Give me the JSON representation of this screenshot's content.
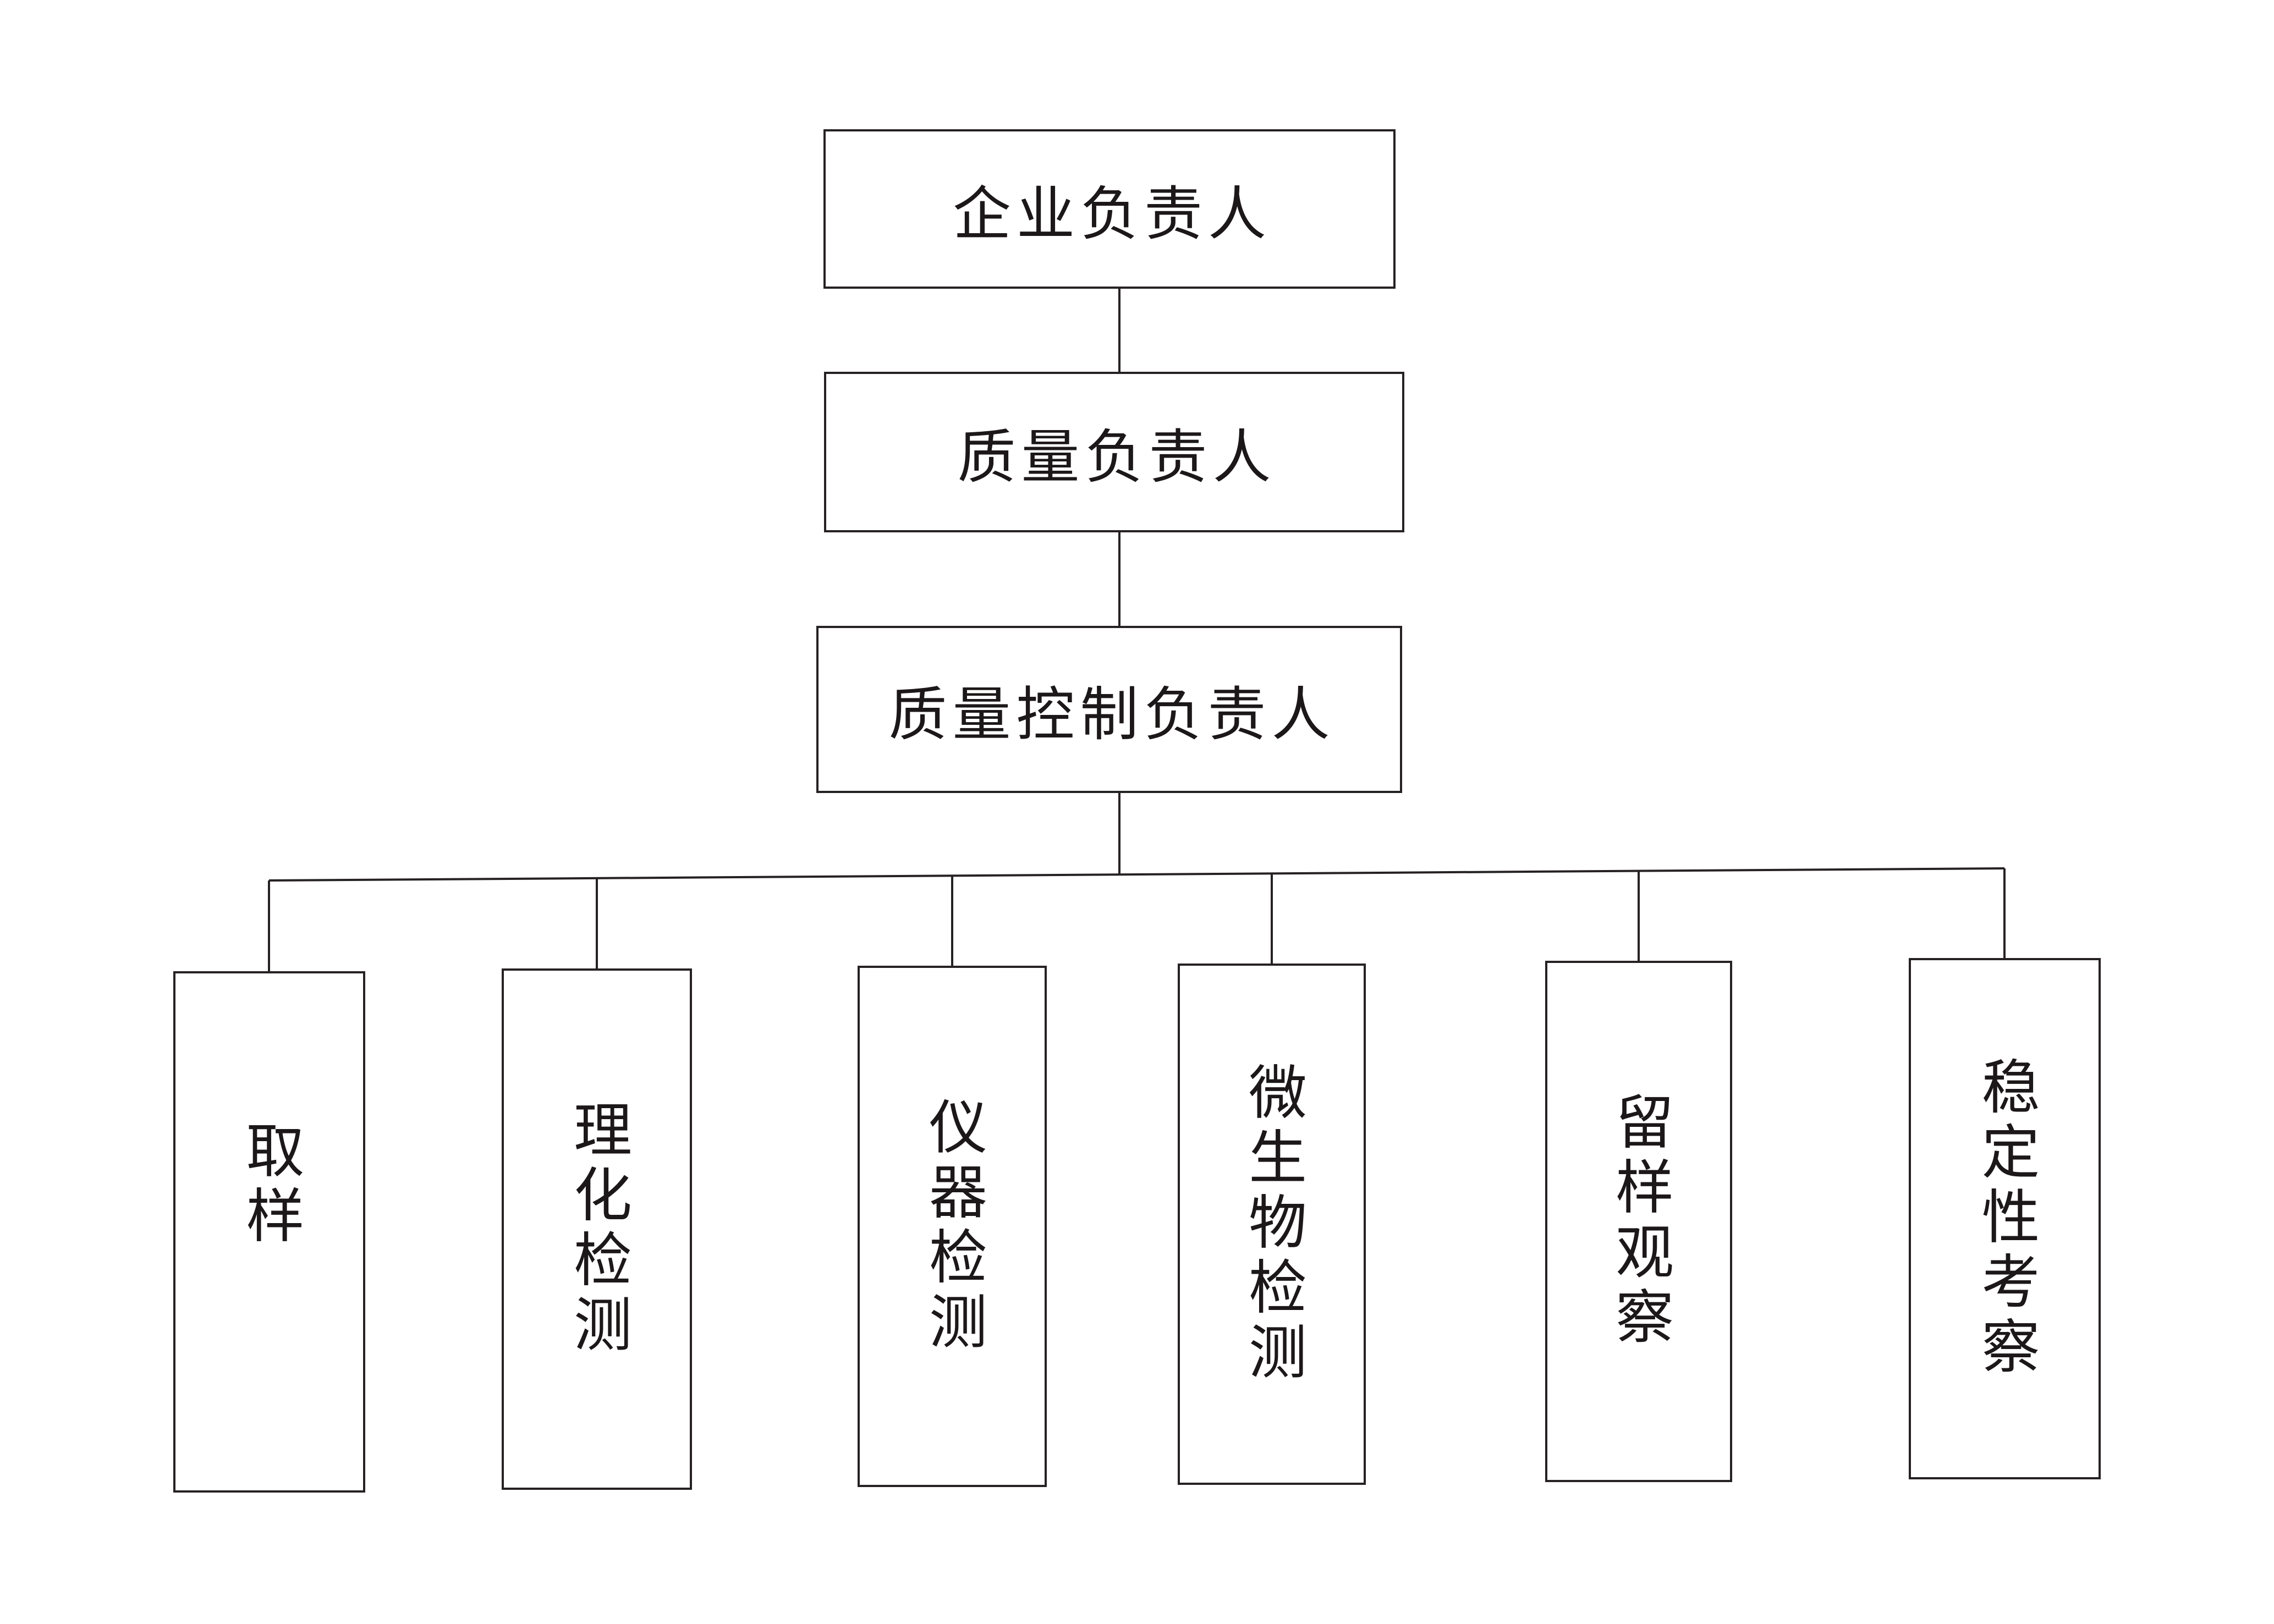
{
  "org_chart": {
    "hierarchy": [
      {
        "label": "企业负责人"
      },
      {
        "label": "质量负责人"
      },
      {
        "label": "质量控制负责人"
      }
    ],
    "departments": [
      {
        "label": "取样"
      },
      {
        "label": "理化检测"
      },
      {
        "label": "仪器检测"
      },
      {
        "label": "微生物检测"
      },
      {
        "label": "留样观察"
      },
      {
        "label": "稳定性考察"
      }
    ],
    "colors": {
      "background": "#ffffff",
      "line": "#262123",
      "box_border": "#262123",
      "text": "#1c1718"
    }
  }
}
